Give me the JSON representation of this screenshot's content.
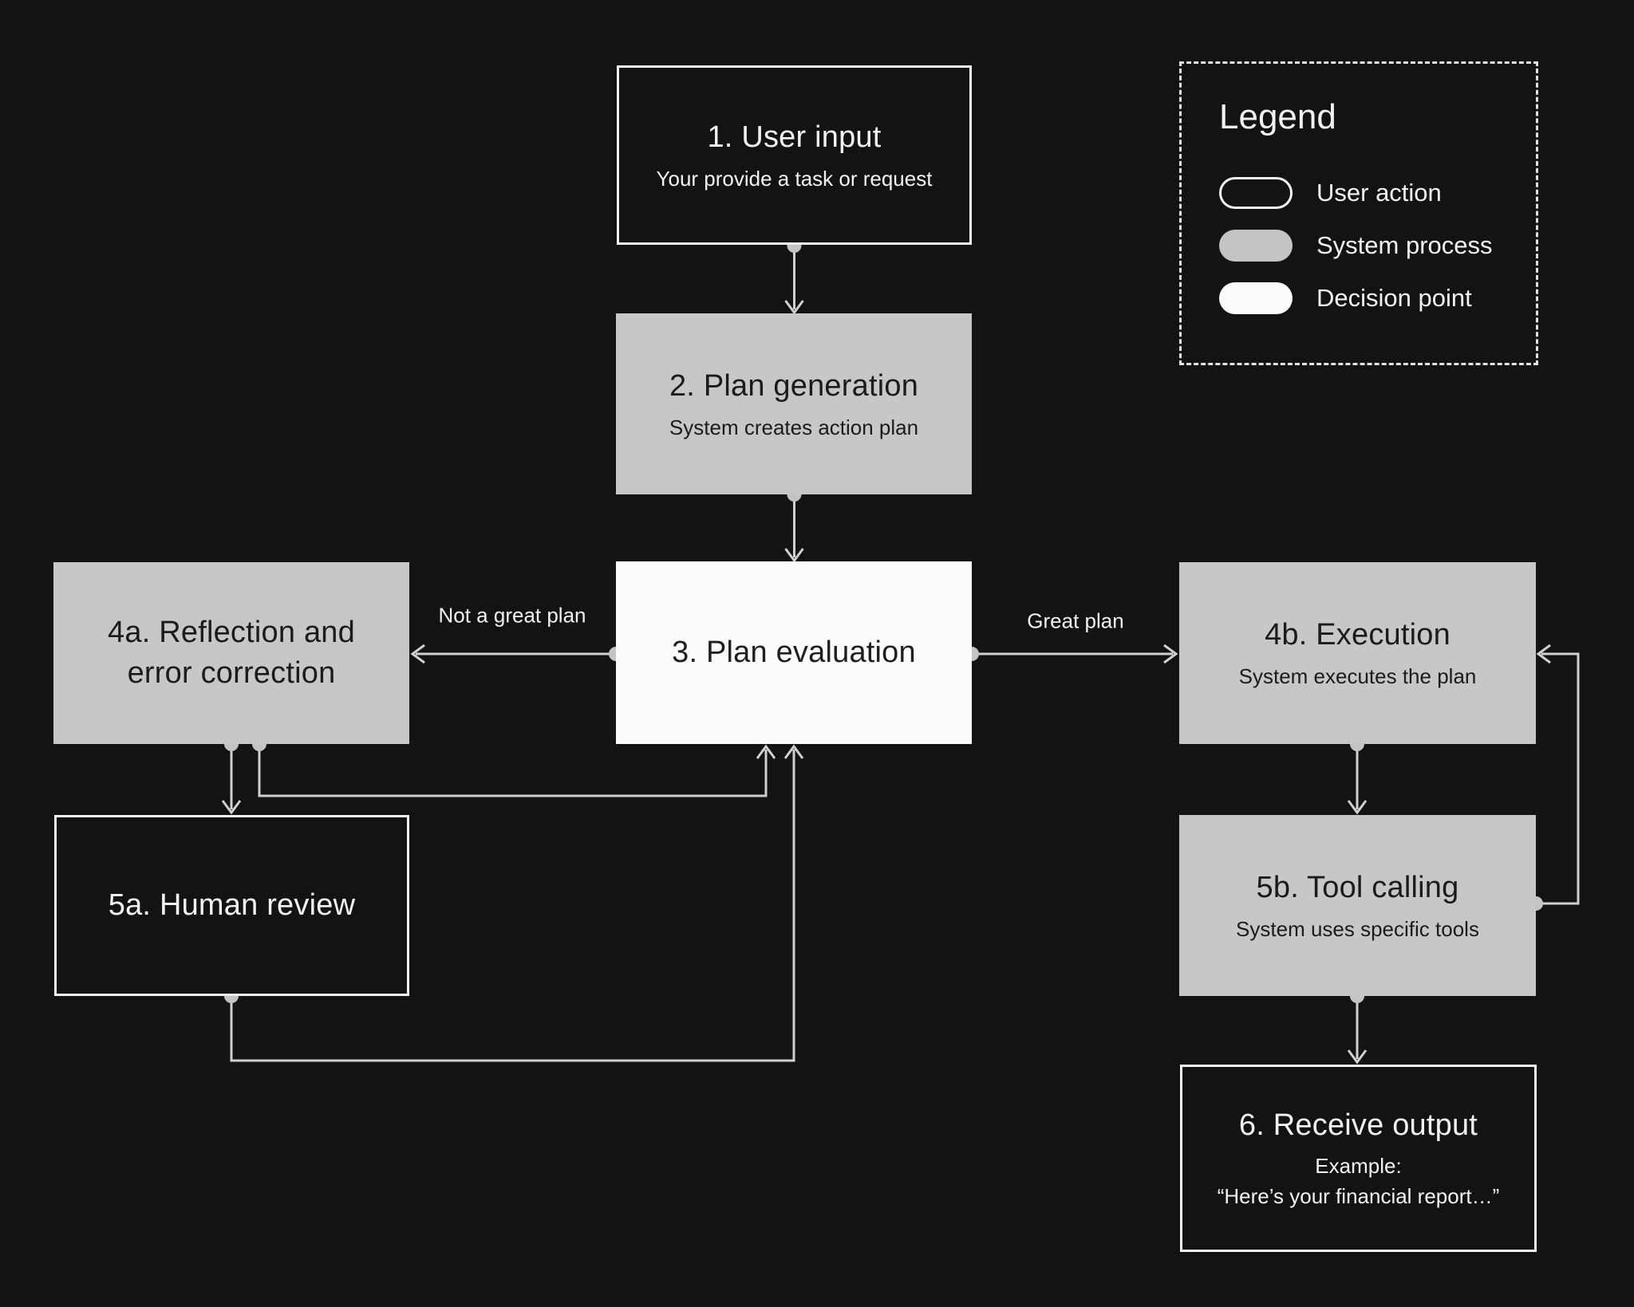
{
  "nodes": {
    "user_input": {
      "title": "1. User input",
      "subtitle": "Your provide a task or request"
    },
    "plan_generation": {
      "title": "2. Plan generation",
      "subtitle": "System creates action plan"
    },
    "plan_evaluation": {
      "title": "3. Plan evaluation"
    },
    "reflection": {
      "title": "4a. Reflection and error correction"
    },
    "human_review": {
      "title": "5a. Human review"
    },
    "execution": {
      "title": "4b. Execution",
      "subtitle": "System executes the plan"
    },
    "tool_calling": {
      "title": "5b. Tool calling",
      "subtitle": "System uses specific tools"
    },
    "receive_output": {
      "title": "6. Receive output",
      "example_label": "Example:",
      "example_quote": "“Here’s your financial report…”"
    }
  },
  "edges": {
    "not_great_label": "Not a great plan",
    "great_label": "Great plan"
  },
  "legend": {
    "title": "Legend",
    "items": [
      {
        "label": "User action",
        "style": "outline"
      },
      {
        "label": "System process",
        "style": "gray"
      },
      {
        "label": "Decision point",
        "style": "white"
      }
    ]
  },
  "colors": {
    "background": "#131313",
    "connector": "#d2d0ce",
    "dot": "#c6c4c2",
    "gray_box": "#c9c7c5",
    "white_box": "#fcfcfc",
    "outline_border": "#f4f4f4"
  }
}
